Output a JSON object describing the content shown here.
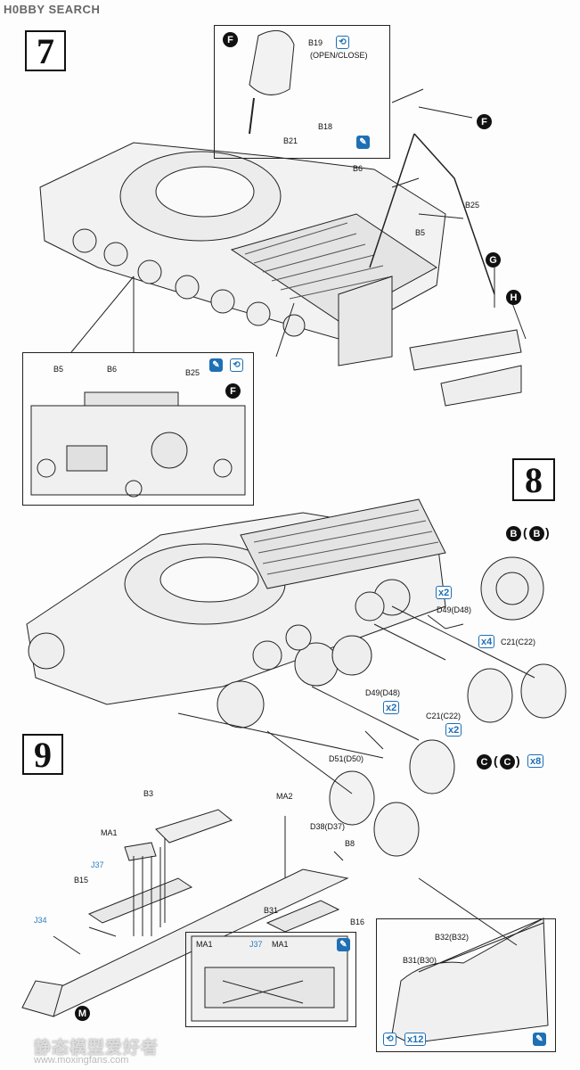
{
  "logo": "H0BBY SEARCH",
  "steps": {
    "s7": "7",
    "s8": "8",
    "s9": "9"
  },
  "step7": {
    "inset_top": {
      "b19": "B19",
      "open_close": "(OPEN/CLOSE)",
      "b18": "B18",
      "b21": "B21",
      "f": "F"
    },
    "main": {
      "b6": "B6",
      "b5": "B5",
      "b25": "B25",
      "f": "F",
      "g": "G",
      "h": "H"
    },
    "inset_bottom": {
      "b5": "B5",
      "b6": "B6",
      "b25": "B25",
      "f": "F"
    }
  },
  "step8": {
    "b": "B",
    "b_paren": "B",
    "x2a": "x2",
    "d49a": "D49(D48)",
    "x4": "x4",
    "c21a": "C21(C22)",
    "d49b": "D49(D48)",
    "x2b": "x2",
    "c21b": "C21(C22)",
    "x2c": "x2",
    "d51": "D51(D50)",
    "d38": "D38(D37)",
    "c": "C",
    "c_paren": "C",
    "x8": "x8"
  },
  "step9": {
    "b3": "B3",
    "ma2": "MA2",
    "ma1": "MA1",
    "j37": "J37",
    "b8": "B8",
    "b15": "B15",
    "j34": "J34",
    "b31": "B31",
    "b16": "B16",
    "m": "M",
    "inset_left": {
      "ma1a": "MA1",
      "j37": "J37",
      "ma1b": "MA1"
    },
    "inset_right": {
      "b32": "B32(B32)",
      "b31": "B31(B30)",
      "x12": "x12"
    }
  },
  "watermark": {
    "cn": "静态模型爱好者",
    "url": "www.moxingfans.com"
  }
}
